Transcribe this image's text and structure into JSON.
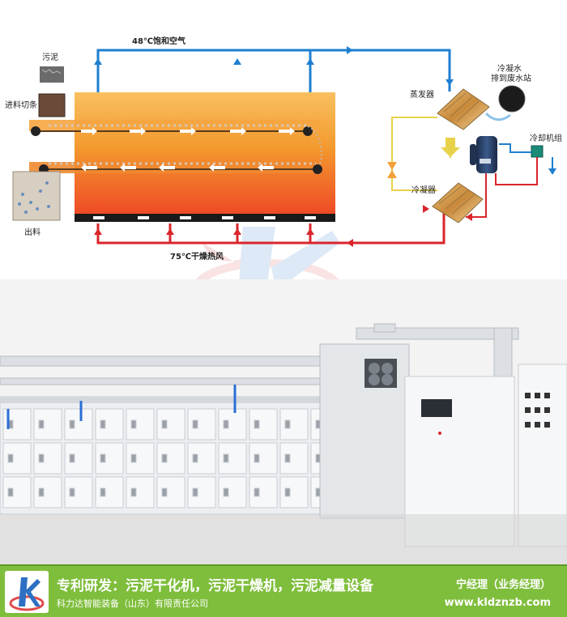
{
  "diagram": {
    "sludge_label": "污泥",
    "feed_label": "进料切条",
    "output_label": "出料",
    "top_air_label": "48℃饱和空气",
    "bottom_air_label": "75℃干燥热风",
    "evaporator_label": "蒸发器",
    "condenser_label": "冷凝器",
    "chiller_label": "冷却机组",
    "drain_label_line1": "冷凝水",
    "drain_label_line2": "排到废水站"
  },
  "footer": {
    "title": "专利研发：污泥干化机，污泥干燥机，污泥减量设备",
    "company": "科力达智能装备（山东）有限责任公司",
    "contact": "宁经理（业务经理）",
    "website": "www.kldznzb.com"
  },
  "colors": {
    "footer_green": "#7fbe3c",
    "hot_air_red": "#d9262c",
    "cool_air_blue": "#1e7fd0",
    "dryer_orange": "#f39a2e"
  }
}
